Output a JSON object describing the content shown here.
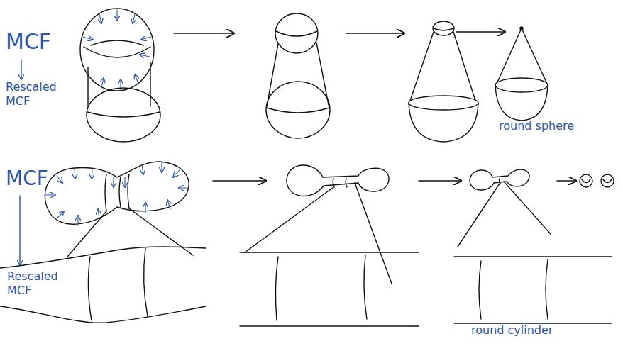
{
  "diagram": {
    "labels": [
      "MCF",
      "Rescaled MCF",
      "round sphere",
      "MCF",
      "Rescaled MCF",
      "round cylinder"
    ]
  }
}
